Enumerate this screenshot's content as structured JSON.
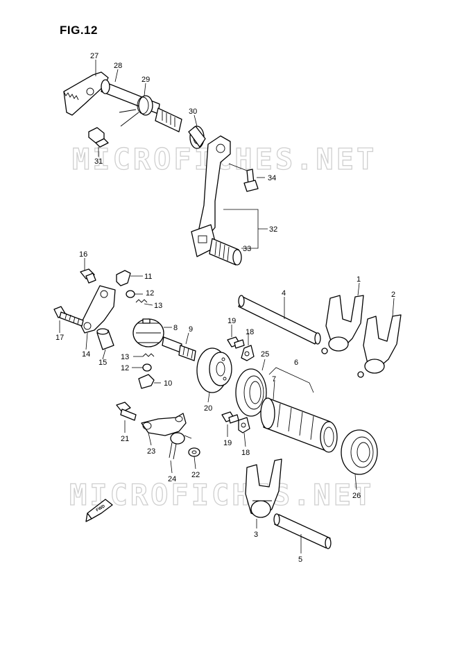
{
  "figure": {
    "title": "FIG.12"
  },
  "watermarks": [
    "MICROFICHES.NET",
    "MICROFICHES.NET"
  ],
  "fwd_label": "FWD",
  "callouts": {
    "c27": "27",
    "c28": "28",
    "c29": "29",
    "c30": "30",
    "c31": "31",
    "c34": "34",
    "c32": "32",
    "c33": "33",
    "c16": "16",
    "c11": "11",
    "c12a": "12",
    "c13a": "13",
    "c17": "17",
    "c14": "14",
    "c15": "15",
    "c8": "8",
    "c9": "9",
    "c19a": "19",
    "c18a": "18",
    "c13b": "13",
    "c12b": "12",
    "c10": "10",
    "c20": "20",
    "c25": "25",
    "c4": "4",
    "c1": "1",
    "c2": "2",
    "c6": "6",
    "c7": "7",
    "c21": "21",
    "c23": "23",
    "c24": "24",
    "c22": "22",
    "c19b": "19",
    "c18b": "18",
    "c26": "26",
    "c3": "3",
    "c5": "5"
  }
}
